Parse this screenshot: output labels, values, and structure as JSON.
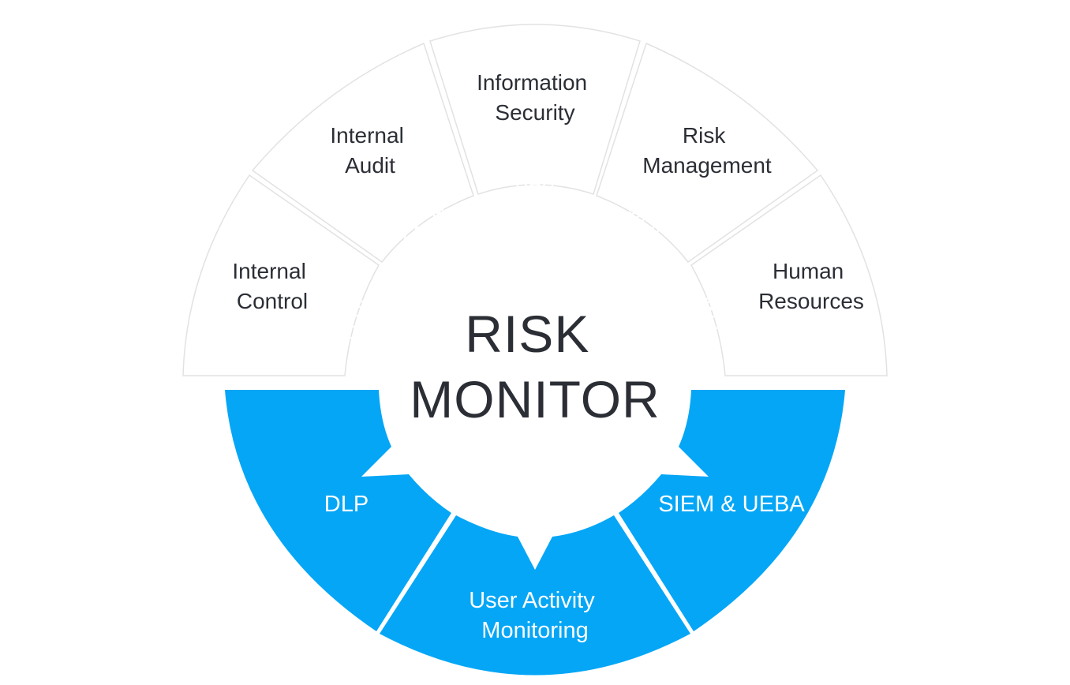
{
  "title": {
    "line1": "RISK",
    "line2": "MONITOR"
  },
  "colors": {
    "accent": "#05a6f6",
    "segment_fill": "#ffffff",
    "segment_stroke": "#e2e2e2",
    "text_dark": "#2b2e35",
    "icon_gradient_top": "#16a8f6",
    "icon_gradient_bottom": "#0a6ed8"
  },
  "top_segments": [
    {
      "id": "internal-control",
      "line1": "Internal",
      "line2": "Control",
      "icon": "checklist-magnifier-icon"
    },
    {
      "id": "internal-audit",
      "line1": "Internal",
      "line2": "Audit",
      "icon": "person-checklist-icon"
    },
    {
      "id": "information-security",
      "line1": "Information",
      "line2": "Security",
      "icon": "laptop-shield-icon"
    },
    {
      "id": "risk-management",
      "line1": "Risk",
      "line2": "Management",
      "icon": "gear-alert-icon"
    },
    {
      "id": "human-resources",
      "line1": "Human",
      "line2": "Resources",
      "icon": "handshake-people-icon"
    }
  ],
  "bottom_segments": [
    {
      "id": "dlp",
      "line1": "DLP",
      "line2": ""
    },
    {
      "id": "user-activity-monitoring",
      "line1": "User Activity",
      "line2": "Monitoring"
    },
    {
      "id": "siem-ueba",
      "line1": "SIEM & UEBA",
      "line2": ""
    }
  ]
}
